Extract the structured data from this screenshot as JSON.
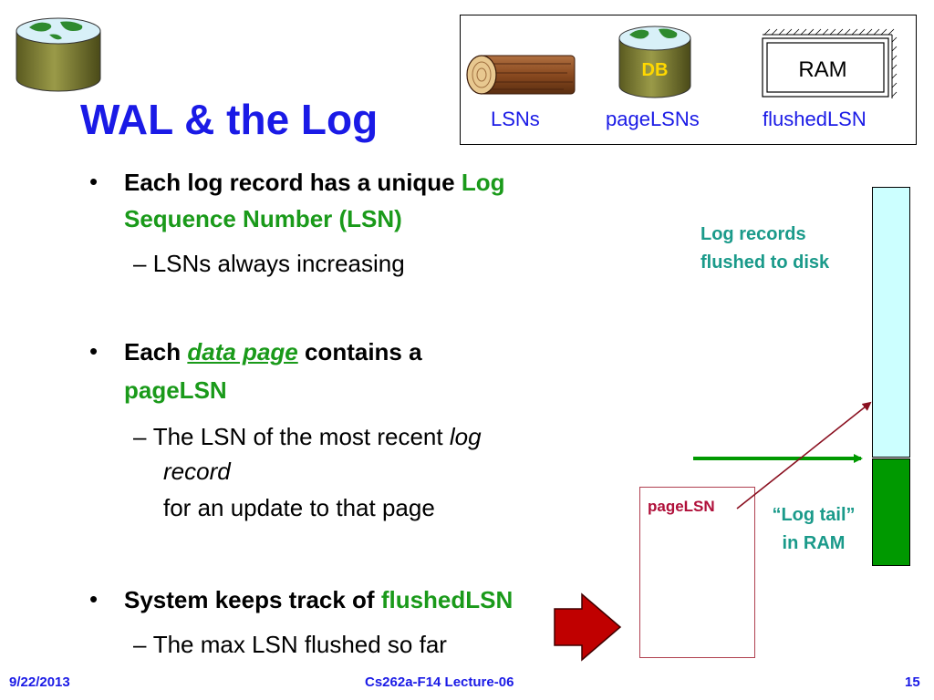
{
  "slide": {
    "title": "WAL & the Log"
  },
  "legend": {
    "items": [
      {
        "icon": "log-icon",
        "label": "LSNs"
      },
      {
        "icon": "db-icon",
        "label": "pageLSNs",
        "icon_text": "DB"
      },
      {
        "icon": "ram-icon",
        "label": "flushedLSN",
        "icon_text": "RAM"
      }
    ]
  },
  "bullets": [
    {
      "parts": [
        "Each log record has a unique ",
        "Log",
        "Sequence Number (LSN)"
      ],
      "sub": [
        "LSNs always increasing"
      ]
    },
    {
      "parts": [
        "Each ",
        "data page",
        " contains a",
        "pageLSN"
      ],
      "sub": [
        "The LSN of the most recent ",
        "log",
        "record",
        "for an update to that page"
      ]
    },
    {
      "parts": [
        "System keeps track of ",
        "flushedLSN"
      ],
      "sub": [
        "The max LSN flushed so far"
      ]
    }
  ],
  "diagram": {
    "disk_label_line1": "Log records",
    "disk_label_line2": "flushed to disk",
    "tail_label_line1": "“Log tail”",
    "tail_label_line2": "in RAM",
    "page_label": "pageLSN"
  },
  "footer": {
    "date": "9/22/2013",
    "course": "Cs262a-F14 Lecture-06",
    "page_number": "15"
  },
  "colors": {
    "title": "#1a1ae6",
    "highlight_green": "#1a9a1a",
    "disk_bar": "#ccffff",
    "ram_bar": "#009900",
    "pagelsn_label": "#b0103a",
    "db_text": "#ffd800"
  }
}
